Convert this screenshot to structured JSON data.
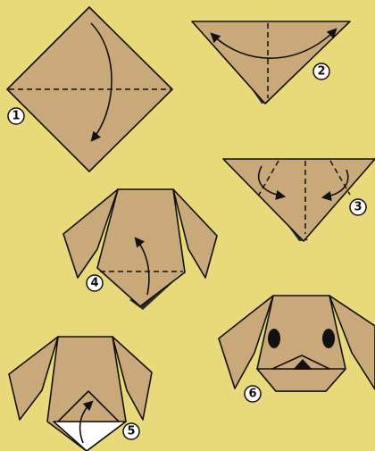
{
  "colors": {
    "background": "#e8d97a",
    "paper": "#c9a97a",
    "outline": "#111111",
    "paper_back": "#2b2b2b",
    "paper_white": "#ffffff"
  },
  "steps": [
    {
      "label": "1"
    },
    {
      "label": "2"
    },
    {
      "label": "3"
    },
    {
      "label": "4"
    },
    {
      "label": "5"
    },
    {
      "label": "6"
    }
  ]
}
